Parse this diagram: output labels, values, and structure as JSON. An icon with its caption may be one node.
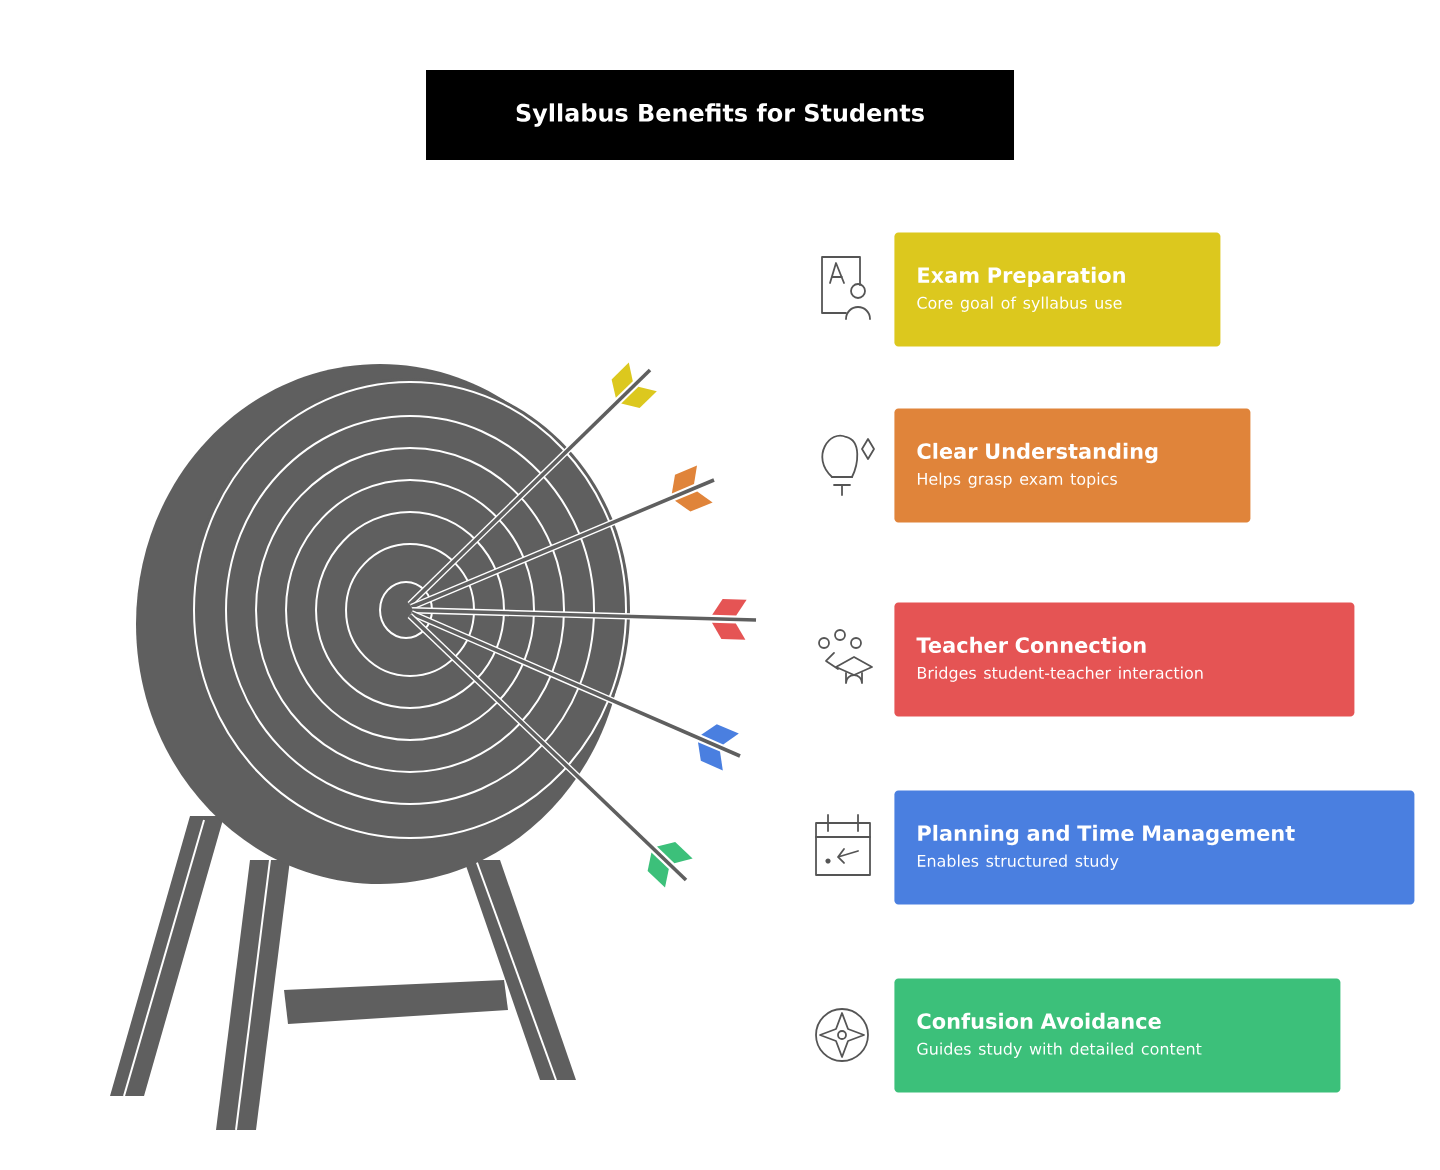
{
  "diagram": {
    "title": "Syllabus Benefits for Students",
    "nodes": [
      {
        "text": [
          "Exam Preparation",
          "Core goal of syllabus use"
        ]
      },
      {
        "text": [
          "Clear Understanding",
          "Helps grasp exam topics"
        ]
      },
      {
        "text": [
          "Teacher Connection",
          "Bridges student-teacher interaction"
        ]
      },
      {
        "text": [
          "Planning and Time Management",
          "Enables structured study"
        ]
      },
      {
        "text": [
          "Confusion Avoidance",
          "Guides study with detailed content"
        ]
      }
    ]
  }
}
